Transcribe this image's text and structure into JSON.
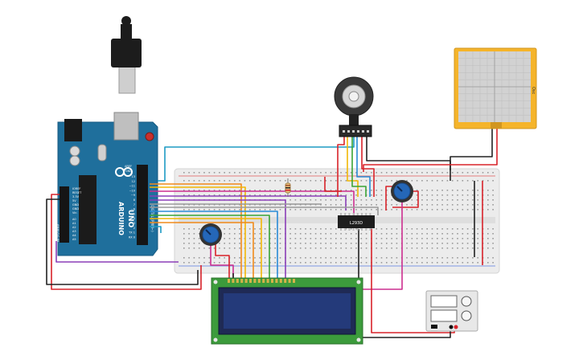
{
  "arduino": {
    "brand": "ARDUINO",
    "model": "UNO",
    "aref_label": "AREF",
    "gnd_label": "GND",
    "analog_in_label": "ANALOG IN",
    "digital_label": "DIGITAL (PWM~)",
    "power_pins": [
      "IOREF",
      "RESET",
      "3.3V",
      "5V",
      "GND",
      "GND",
      "Vin"
    ],
    "analog_pins": [
      "A0",
      "A1",
      "A2",
      "A3",
      "A4",
      "A5"
    ],
    "digital_pins": [
      "13",
      "12",
      "~11",
      "~10",
      "~9",
      "8",
      "7",
      "~6",
      "~5",
      "4",
      "~3",
      "2",
      "TX 1",
      "RX 0"
    ]
  },
  "motor_driver": {
    "label": "L293D"
  },
  "oscilloscope": {
    "label": "Osc"
  },
  "power_supply": {
    "display_top": "",
    "display_bottom": ""
  },
  "colors": {
    "board_blue": "#1f6f9c",
    "breadboard": "#e9e9e9",
    "wire_red": "#d8232a",
    "wire_black": "#222222",
    "wire_yellow": "#f2b705",
    "wire_orange": "#f08a1c",
    "wire_green": "#3aa335",
    "wire_blue": "#2a8bd6",
    "wire_purple": "#8b3fb8",
    "wire_pink": "#cc2f8f",
    "wire_gray": "#9a9a9a",
    "wire_cyan": "#1d9bc4",
    "lcd_green": "#3c9b3c",
    "lcd_screen": "#1f2a55",
    "scope_frame": "#f5b42a"
  }
}
